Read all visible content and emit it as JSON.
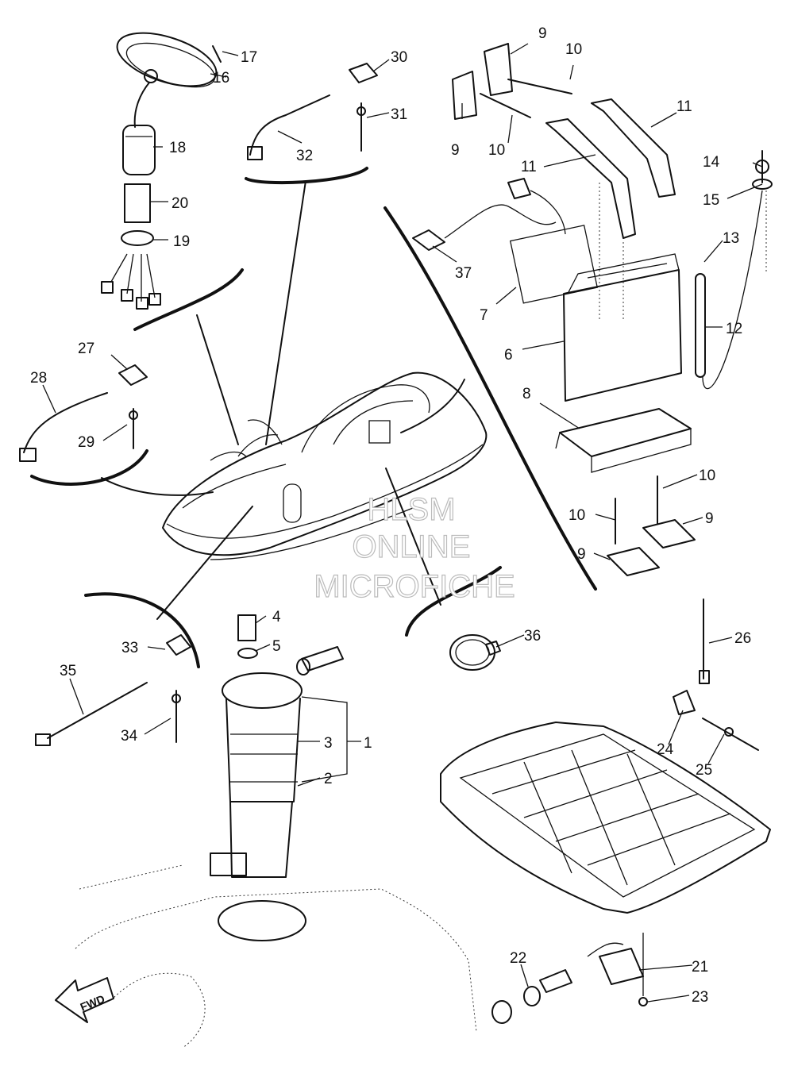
{
  "watermark": [
    "HLSM",
    "ONLINE",
    "MICROFICHE"
  ],
  "direction_label": "FWD",
  "callouts": [
    {
      "id": "1",
      "text": "1"
    },
    {
      "id": "2",
      "text": "2"
    },
    {
      "id": "3",
      "text": "3"
    },
    {
      "id": "4",
      "text": "4"
    },
    {
      "id": "5",
      "text": "5"
    },
    {
      "id": "6",
      "text": "6"
    },
    {
      "id": "7",
      "text": "7"
    },
    {
      "id": "8",
      "text": "8"
    },
    {
      "id": "9a",
      "text": "9"
    },
    {
      "id": "9b",
      "text": "9"
    },
    {
      "id": "9c",
      "text": "9"
    },
    {
      "id": "9d",
      "text": "9"
    },
    {
      "id": "10a",
      "text": "10"
    },
    {
      "id": "10b",
      "text": "10"
    },
    {
      "id": "10c",
      "text": "10"
    },
    {
      "id": "10d",
      "text": "10"
    },
    {
      "id": "11a",
      "text": "11"
    },
    {
      "id": "11b",
      "text": "11"
    },
    {
      "id": "12",
      "text": "12"
    },
    {
      "id": "13",
      "text": "13"
    },
    {
      "id": "14",
      "text": "14"
    },
    {
      "id": "15",
      "text": "15"
    },
    {
      "id": "16",
      "text": "16"
    },
    {
      "id": "17",
      "text": "17"
    },
    {
      "id": "18",
      "text": "18"
    },
    {
      "id": "19",
      "text": "19"
    },
    {
      "id": "20",
      "text": "20"
    },
    {
      "id": "21",
      "text": "21"
    },
    {
      "id": "22",
      "text": "22"
    },
    {
      "id": "23",
      "text": "23"
    },
    {
      "id": "24",
      "text": "24"
    },
    {
      "id": "25",
      "text": "25"
    },
    {
      "id": "26",
      "text": "26"
    },
    {
      "id": "27",
      "text": "27"
    },
    {
      "id": "28",
      "text": "28"
    },
    {
      "id": "29",
      "text": "29"
    },
    {
      "id": "30",
      "text": "30"
    },
    {
      "id": "31",
      "text": "31"
    },
    {
      "id": "32",
      "text": "32"
    },
    {
      "id": "33",
      "text": "33"
    },
    {
      "id": "34",
      "text": "34"
    },
    {
      "id": "35",
      "text": "35"
    },
    {
      "id": "36",
      "text": "36"
    },
    {
      "id": "37",
      "text": "37"
    }
  ]
}
